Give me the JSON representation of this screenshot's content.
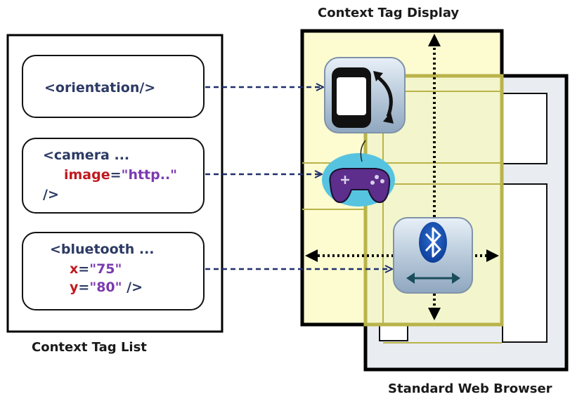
{
  "labels": {
    "display_title": "Context Tag Display",
    "list_title": "Context Tag List",
    "browser_title": "Standard Web Browser"
  },
  "tags": {
    "orientation": {
      "text": "<orientation/>"
    },
    "camera": {
      "open": "<camera ...",
      "attr": "image",
      "eq": "=",
      "value": "\"http..\"",
      "close": "/>"
    },
    "bluetooth": {
      "open": "<bluetooth ...",
      "x_attr": "x",
      "x_eq": "=",
      "x_value": "\"75\"",
      "y_attr": "y",
      "y_eq": "=",
      "y_value": "\"80\"",
      "close": " />"
    }
  },
  "colors": {
    "display_fill": "#fdfbc9",
    "browser_fill": "#e9edf2",
    "arrow": "#1f2f6b",
    "attribute": "#c0181e",
    "string_value": "#7b3ab0",
    "tag_text": "#2c3a64",
    "olive_lines": "#b9b34a"
  },
  "icons": [
    "phone-rotate-icon",
    "gamepad-icon",
    "bluetooth-icon"
  ]
}
